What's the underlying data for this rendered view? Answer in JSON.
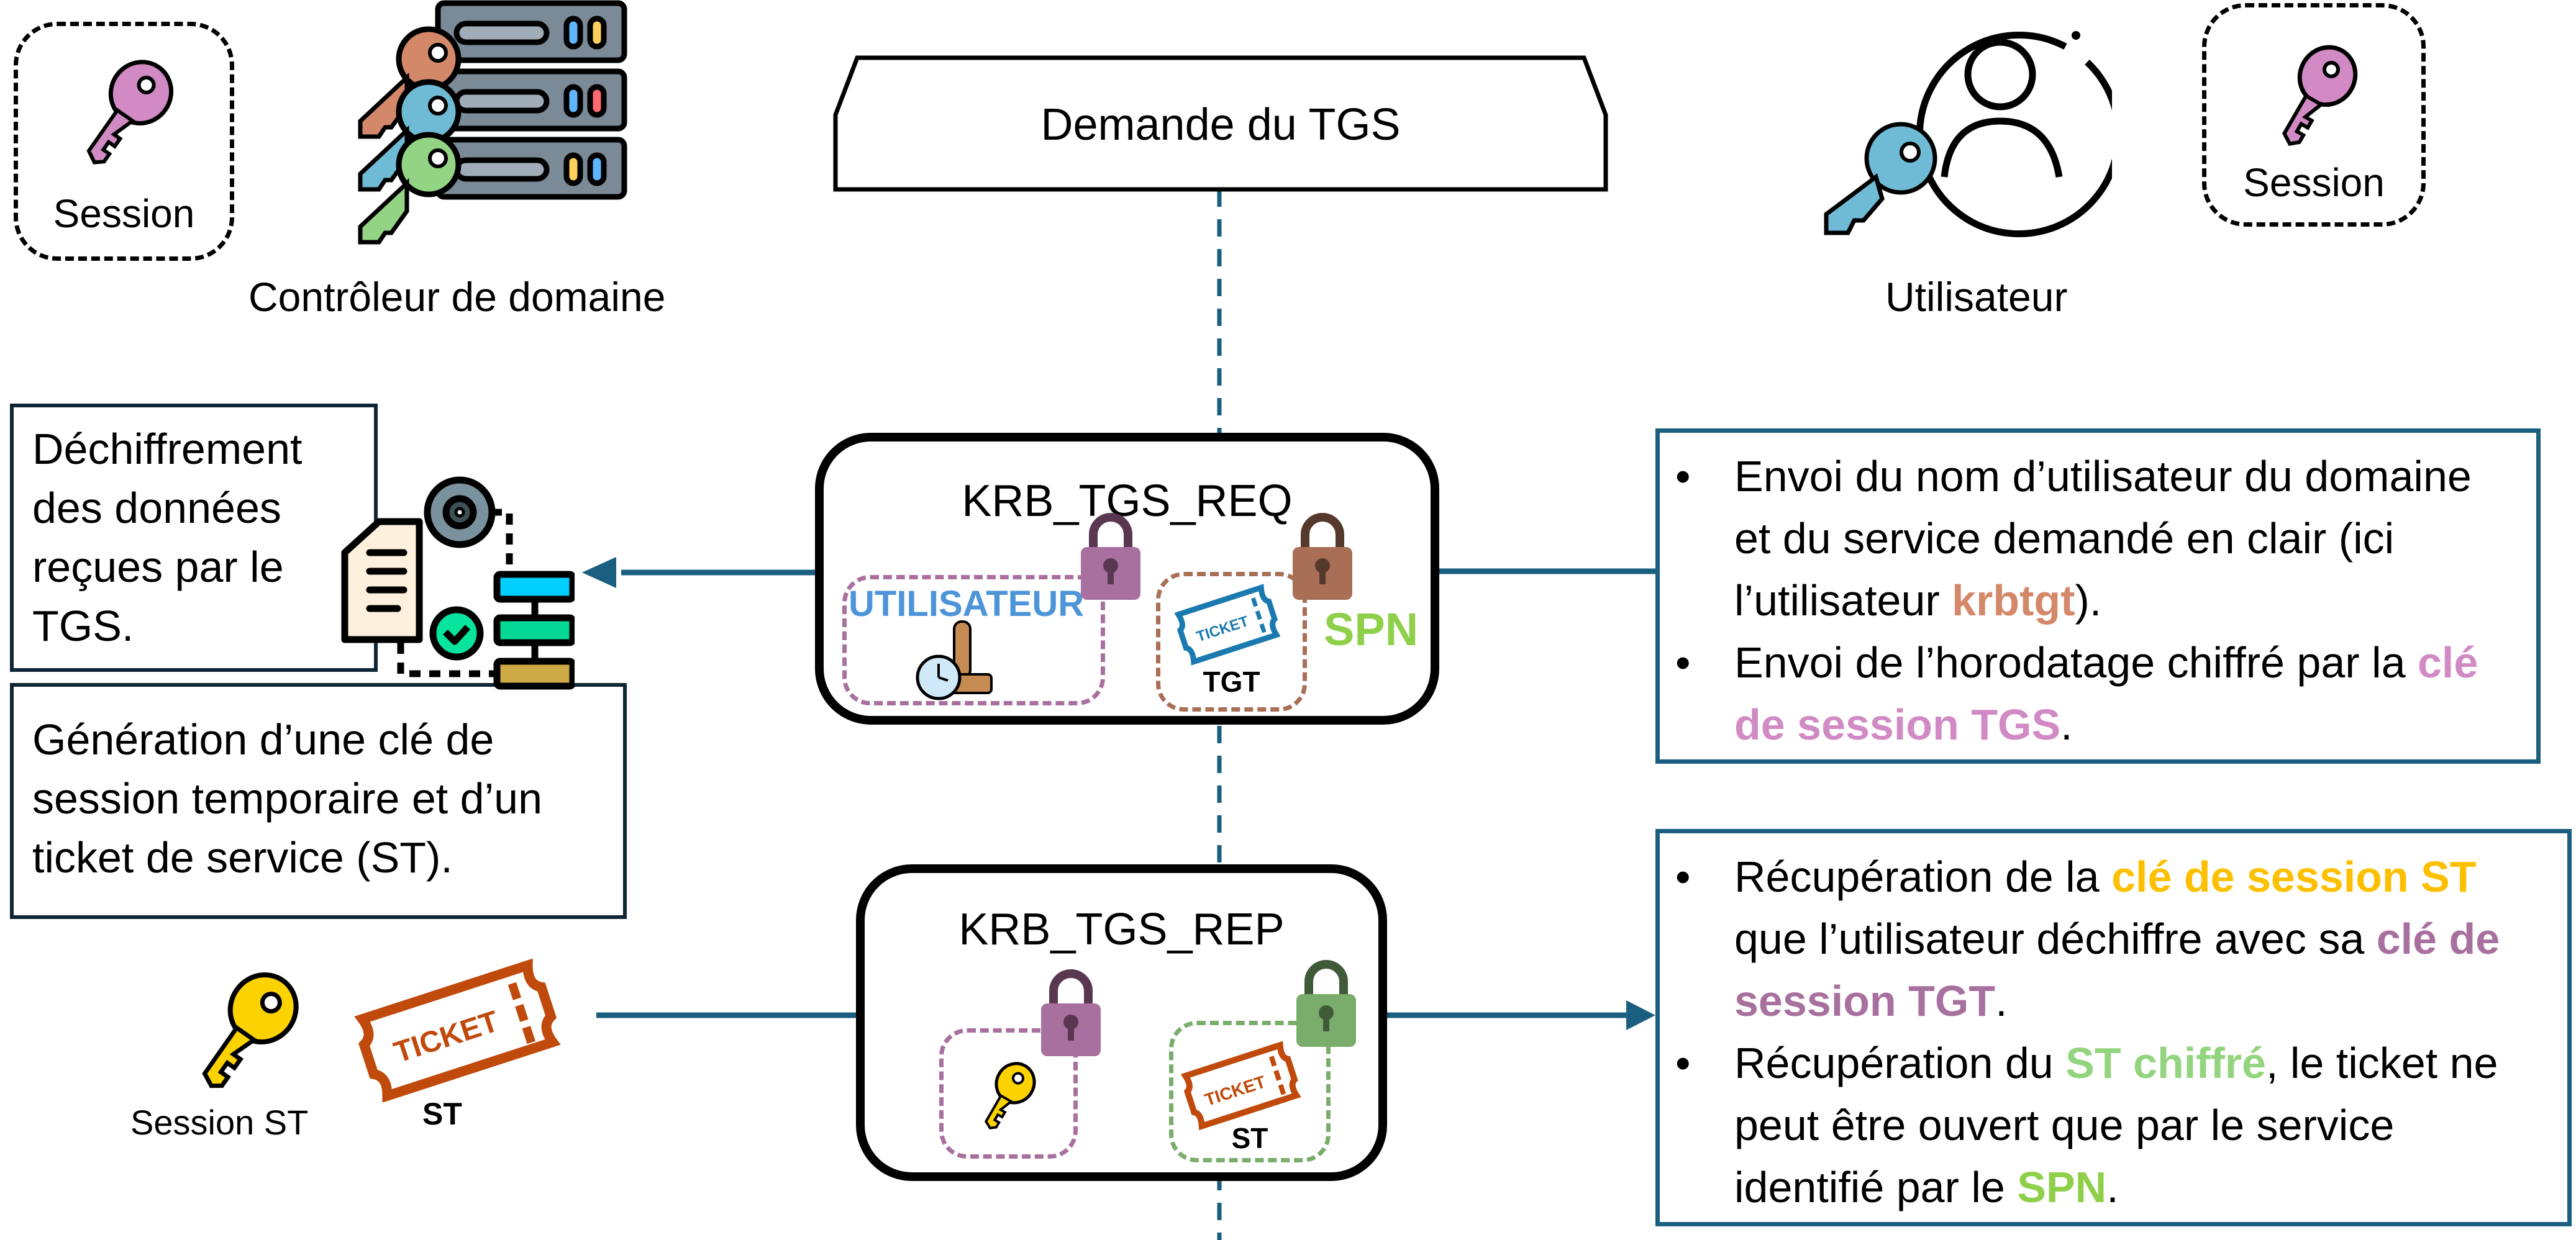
{
  "header": {
    "title": "Demande du TGS"
  },
  "actors": {
    "domain_controller": {
      "label": "Contrôleur de domaine",
      "icon": "server-keys-icon"
    },
    "user": {
      "label": "Utilisateur",
      "icon": "user-key-icon"
    }
  },
  "session_keys": {
    "left": {
      "label": "Session",
      "icon": "key-icon",
      "color": "#d18ac4"
    },
    "right": {
      "label": "Session",
      "icon": "key-icon",
      "color": "#d18ac4"
    }
  },
  "tgs_notes": {
    "decrypt": "Déchiffrement des données reçues par le TGS.",
    "generate": "Génération d’une clé de session temporaire et d’un ticket de service (ST).",
    "icon": "process-workflow-icon"
  },
  "request": {
    "title": "KRB_TGS_REQ",
    "user_block": {
      "label": "UTILISATEUR",
      "color": "#4d94d8",
      "icon": "timestamp-icon",
      "lock_color": "#a8709e"
    },
    "tgt_block": {
      "label": "TGT",
      "icon": "ticket-icon",
      "ticket_color": "#1a7ab0",
      "lock_color": "#a86f56"
    },
    "spn_label": "SPN",
    "spn_color": "#8fd04a"
  },
  "reply": {
    "title": "KRB_TGS_REP",
    "key_block": {
      "icon": "key-icon",
      "lock_color": "#a8709e"
    },
    "st_block": {
      "label": "ST",
      "icon": "ticket-icon",
      "ticket_color": "#c04a0c",
      "lock_color": "#7aad6c"
    }
  },
  "reply_items": {
    "session_st": {
      "label": "Session ST",
      "icon": "key-icon",
      "color": "#fcd200"
    },
    "st": {
      "label": "ST",
      "icon": "ticket-icon",
      "color": "#c04a0c"
    }
  },
  "request_info": {
    "items": [
      {
        "parts": [
          {
            "text": "Envoi du nom d’utilisateur du domaine et du service demandé en clair (ici l’utilisateur "
          },
          {
            "text": "krbtgt",
            "color": "#d4886a"
          },
          {
            "text": ")."
          }
        ]
      },
      {
        "parts": [
          {
            "text": "Envoi de l’horodatage chiffré par la "
          },
          {
            "text": "clé de session TGS",
            "color": "#d18ac4"
          },
          {
            "text": "."
          }
        ]
      }
    ]
  },
  "reply_info": {
    "items": [
      {
        "parts": [
          {
            "text": "Récupération de la "
          },
          {
            "text": "clé de session ST",
            "color": "#fcc000"
          },
          {
            "text": " que l’utilisateur déchiffre avec sa "
          },
          {
            "text": "clé de session TGT",
            "color": "#a8709e"
          },
          {
            "text": "."
          }
        ]
      },
      {
        "parts": [
          {
            "text": "Récupération du "
          },
          {
            "text": "ST chiffré",
            "color": "#93d47e"
          },
          {
            "text": ", le ticket ne peut être ouvert que par le service identifié par le "
          },
          {
            "text": "SPN",
            "color": "#8fd04a"
          },
          {
            "text": "."
          }
        ]
      }
    ]
  },
  "colors": {
    "connector": "#1a5f80",
    "box_border": "#0d2535"
  }
}
